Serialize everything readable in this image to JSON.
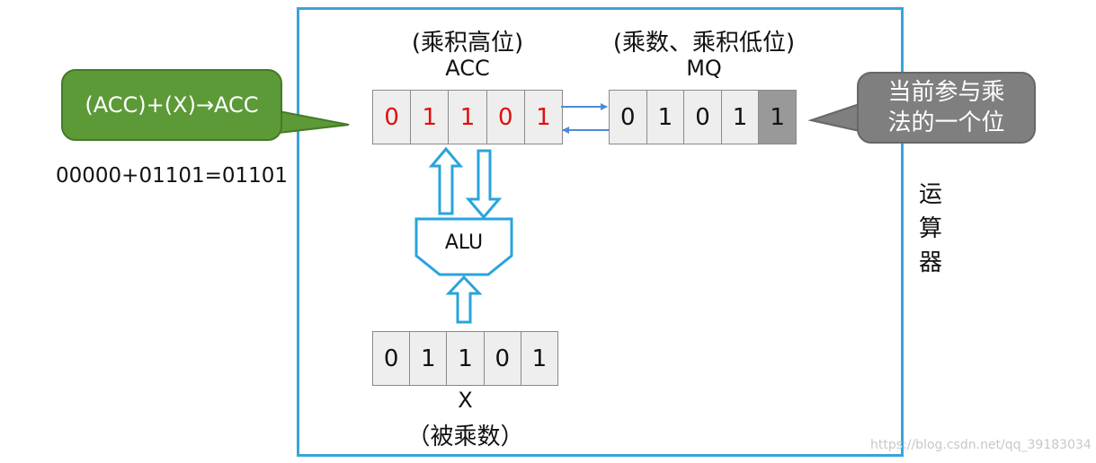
{
  "callouts": {
    "acc_operation": "(ACC)+(X)→ACC",
    "current_bit_line1": "当前参与乘",
    "current_bit_line2": "法的一个位"
  },
  "equation": "00000+01101=01101",
  "acc": {
    "title": "(乘积高位)",
    "name": "ACC",
    "bits": [
      "0",
      "1",
      "1",
      "0",
      "1"
    ]
  },
  "mq": {
    "title": "(乘数、乘积低位)",
    "name": "MQ",
    "bits": [
      "0",
      "1",
      "0",
      "1",
      "1"
    ]
  },
  "alu": {
    "label": "ALU"
  },
  "x": {
    "name": "X",
    "title": "（被乘数）",
    "bits": [
      "0",
      "1",
      "1",
      "0",
      "1"
    ]
  },
  "unit_label": [
    "运",
    "算",
    "器"
  ],
  "watermark": "https://blog.csdn.net/qq_39183034",
  "colors": {
    "frame": "#3aa3dc",
    "acc_bits": "#e10e0e",
    "green_callout": "#5c9a37",
    "gray_callout": "#7f7f7f",
    "mq_current_bit": "#999999",
    "connector_arrows": "#4a8ad6"
  }
}
